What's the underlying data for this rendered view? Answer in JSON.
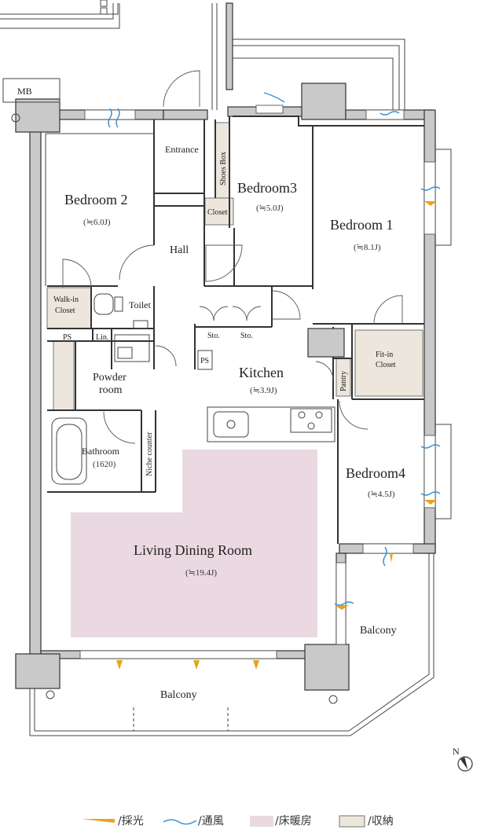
{
  "rooms": {
    "mb": "MB",
    "entrance": "Entrance",
    "shoes_box": "Shoes Box",
    "bedroom2": "Bedroom 2",
    "bedroom2_area": "(≒6.0J)",
    "bedroom3": "Bedroom3",
    "bedroom3_area": "(≒5.0J)",
    "closet": "Closet",
    "bedroom1": "Bedroom 1",
    "bedroom1_area": "(≒8.1J)",
    "hall": "Hall",
    "walkin_line1": "Walk-in",
    "walkin_line2": "Closet",
    "toilet": "Toilet",
    "ps_left": "PS",
    "lin": "Lin.",
    "sto_1": "Sto.",
    "sto_2": "Sto.",
    "ps_kitchen": "PS",
    "fitin_line1": "Fit-in",
    "fitin_line2": "Closet",
    "powder_line1": "Powder",
    "powder_line2": "room",
    "kitchen": "Kitchen",
    "kitchen_area": "(≒3.9J)",
    "pantry": "Pantry",
    "bathroom": "Bathroom",
    "bathroom_size": "(1620)",
    "niche_counter": "Niche counter",
    "bedroom4": "Bedroom4",
    "bedroom4_area": "(≒4.5J)",
    "living": "Living Dining Room",
    "living_area": "(≒19.4J)",
    "balcony_right": "Balcony",
    "balcony_bottom": "Balcony"
  },
  "compass": {
    "label": "N"
  },
  "legend": {
    "light": "/採光",
    "ventilation": "/通風",
    "floor_heating": "/床暖房",
    "storage": "/収納"
  },
  "colors": {
    "light": "#e6a41d",
    "ventilation": "#3a8fd1",
    "floor_heating": "#ead9e1",
    "storage": "#ece6dc"
  }
}
